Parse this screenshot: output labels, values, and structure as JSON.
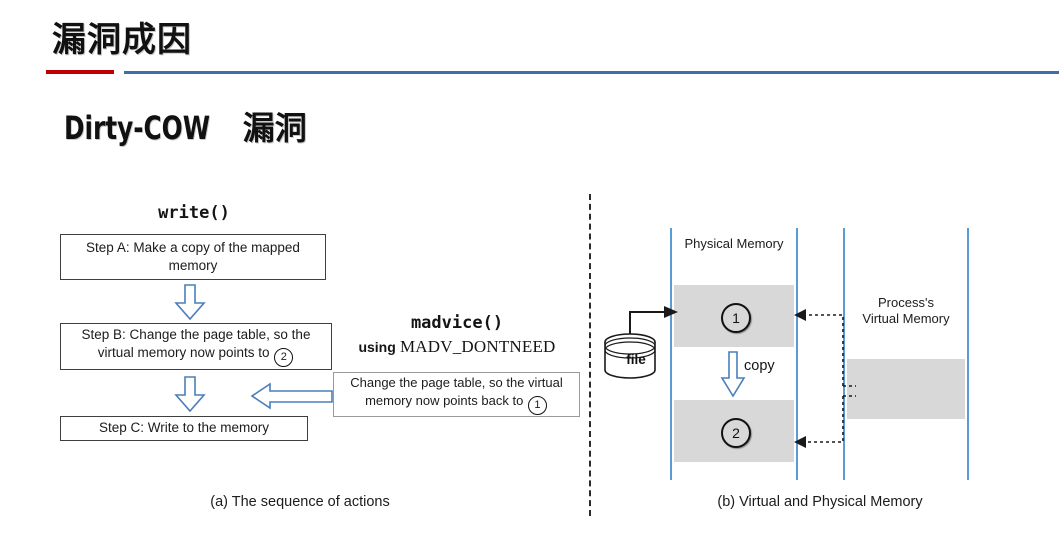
{
  "slide": {
    "title": "漏洞成因",
    "subtitle_latin": "Dirty-COW",
    "subtitle_cjk": "漏洞",
    "accent_red": "#c00000",
    "accent_blue": "#3b6fb0"
  },
  "figure": {
    "left_panel": {
      "syscall_label": "write()",
      "steps": [
        {
          "id": "step-a",
          "text_line1": "Step A: Make a copy of the mapped",
          "text_line2": "memory"
        },
        {
          "id": "step-b",
          "text_line1": "Step  B: Change the page table, so the",
          "text_line2_pre": "virtual memory now points to",
          "badge": "2"
        },
        {
          "id": "step-c",
          "text_line1": "Step C: Write to the memory"
        }
      ],
      "madvice": {
        "call_label": "madvice()",
        "using_keyword": "using",
        "flag": "MADV_DONTNEED",
        "box_line1": "Change the page table, so the virtual",
        "box_line2_pre": "memory now points back to",
        "box_badge": "1"
      },
      "caption": "(a) The sequence of actions"
    },
    "right_panel": {
      "physical_memory_label": "Physical Memory",
      "virtual_memory_label_line1": "Process's",
      "virtual_memory_label_line2": "Virtual Memory",
      "page_1_badge": "1",
      "page_2_badge": "2",
      "copy_label": "copy",
      "file_label": "file",
      "caption": "(b) Virtual and Physical Memory"
    },
    "colors": {
      "column_border": "#5b9bd5",
      "memory_block_fill": "#d8d8d8",
      "block_arrow_stroke": "#4a7ebb",
      "mapping_arrow": "#111111"
    }
  }
}
